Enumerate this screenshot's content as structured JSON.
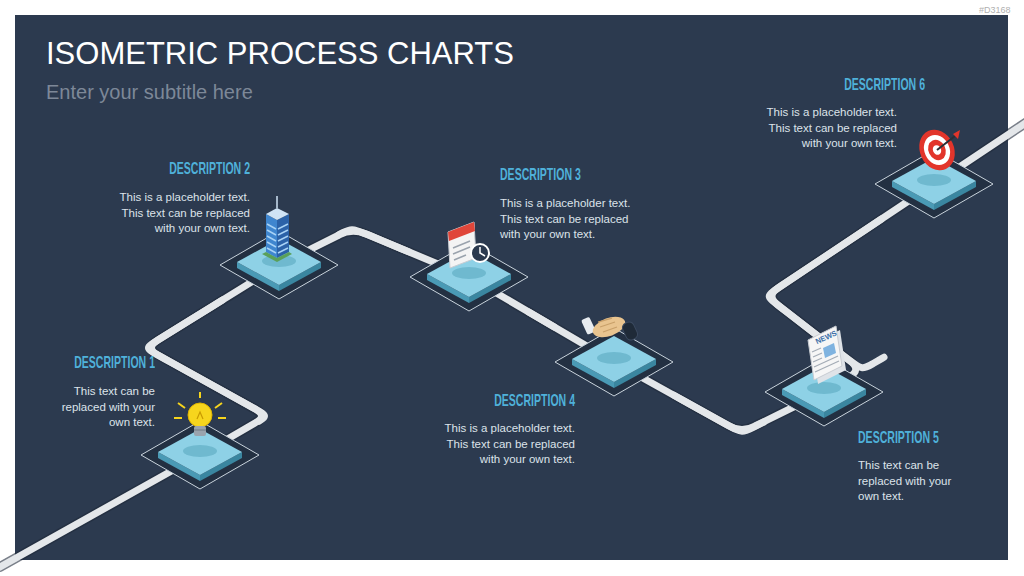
{
  "diagram": {
    "title": "ISOMETRIC PROCESS CHARTS",
    "nodes": [
      {
        "text": [
          "DESCRIPTION 1",
          "This text can be replaced with your own text."
        ]
      },
      {
        "text": [
          "DESCRIPTION 2",
          "This is a placeholder text. This text can be replaced with your own text."
        ]
      },
      {
        "text": [
          "DESCRIPTION 3",
          "This is a placeholder text. This text can be replaced with your own text."
        ]
      },
      {
        "text": [
          "DESCRIPTION 4",
          "This is a placeholder text. This text can be replaced with your own text."
        ]
      },
      {
        "text": [
          "DESCRIPTION 5",
          "This text can be replaced with your own text."
        ]
      },
      {
        "text": [
          "DESCRIPTION 6",
          "This is a placeholder text. This text can be replaced with your own text."
        ]
      }
    ],
    "edges": [
      {
        "from": 0,
        "to": 1,
        "arrow": "none"
      },
      {
        "from": 1,
        "to": 2,
        "arrow": "none"
      },
      {
        "from": 2,
        "to": 3,
        "arrow": "none"
      },
      {
        "from": 3,
        "to": 4,
        "arrow": "none"
      },
      {
        "from": 4,
        "to": 5,
        "arrow": "none"
      }
    ],
    "labels": [
      "Enter your subtitle here",
      "NEWS",
      "#D3168"
    ]
  }
}
